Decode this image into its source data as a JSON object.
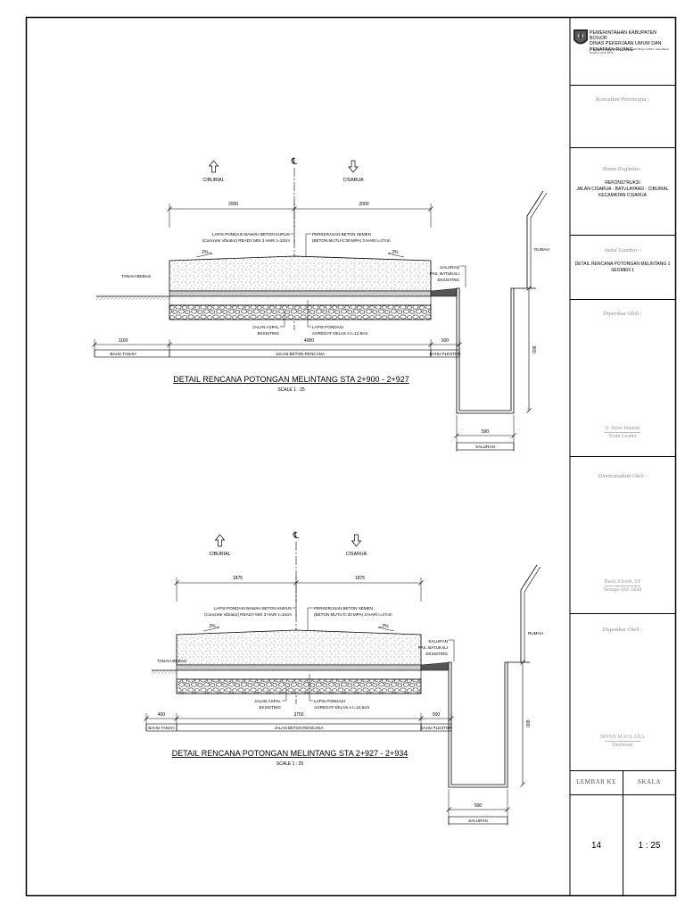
{
  "title_block": {
    "org_line1": "PEMERINTAHAN KABUPATEN BOGOR",
    "org_line2": "DINAS PEKERJAAN UMUM DAN",
    "org_line3": "PENATAAN RUANG",
    "org_address": "Jl. Tegar Beriman, Cibinong - Kabupaten Bogor 16914, Jawa Barat Telp/Fax (021) 8752",
    "consultant_label": "Konsultan Perencana :",
    "activity_label": "Nama Kegiatan :",
    "activity_line1": "REKONSTRUKSI",
    "activity_line2": "JALAN CISARUA - BATULAYANG - CIBURIAL",
    "activity_line3": "KECAMATAN CISARUA",
    "drawing_title_label": "Judul Gambar :",
    "drawing_title_line1": "DETAIL RENCANA POTONGAN MELINTANG 1",
    "drawing_title_line2": "SEGMEN 1",
    "checked_label": "Diperiksa Oleh :",
    "checked_name": "Ir. Iman Imanan",
    "checked_role": "Team Leader",
    "planned_label": "Direncanakan Oleh :",
    "planned_name": "Rasia Efendi, ST",
    "planned_role": "Tenaga Ahli Jalan",
    "drawn_label": "Digambar Oleh :",
    "drawn_name": "IRVAN MAULANA",
    "drawn_role": "Drafteran",
    "sheet_label": "LEMBAR KE",
    "scale_label": "SKALA",
    "sheet_value": "14",
    "scale_value": "1 : 25"
  },
  "sections": [
    {
      "title": "DETAIL RENCANA POTONGAN MELINTANG STA 2+900 - 2+927",
      "scale": "SCALE  1 : 25",
      "dir_left": "CIBURIAL",
      "dir_right": "CISARUA",
      "center_mark": "℄",
      "dim_left_lane": "2000",
      "dim_right_lane": "2000",
      "label_lapis_bawah_1": "LAPIS PONDASI BAWAH BETON KURUS",
      "label_lapis_bawah_2": "(Concrete Vibrator) READY MIX 3 HARI t=10cm",
      "label_perkerasan_1": "PERKERASAN BETON SEMEN",
      "label_perkerasan_2": "(BETON MUTU fc'30 MPA) 3 HARI t=27cm",
      "slope_left": "2%",
      "slope_right": "2%",
      "tanah_bebas": "TANAH BEBAS",
      "saluran_label_1": "SALURAN",
      "saluran_label_2": "PAS. BATUKALI",
      "saluran_label_3": "EKSISTING",
      "rumah": "RUMAH",
      "jalan_aspal_1": "JALAN ASPAL",
      "jalan_aspal_2": "EKSISTING",
      "lapis_pondasi_1": "LAPIS PONDASI",
      "lapis_pondasi_2": "AGREGAT KELAS A t=12,5cm",
      "dim_shoulder_left": "1100",
      "dim_road": "4000",
      "dim_shoulder_right": "500",
      "bahu_tanah": "BAHU TANAH",
      "jalan_beton": "JALAN BETON RENCANA",
      "bahu_plester": "BAHU PLESTER",
      "dim_channel_height": "900",
      "dim_channel_width": "500",
      "saluran_bottom": "SALURAN"
    },
    {
      "title": "DETAIL RENCANA POTONGAN MELINTANG STA 2+927 - 2+934",
      "scale": "SCALE  1 : 25",
      "dir_left": "CIBURIAL",
      "dir_right": "CISARUA",
      "center_mark": "℄",
      "dim_left_lane": "1875",
      "dim_right_lane": "1875",
      "label_lapis_bawah_1": "LAPIS PONDASI BAWAH BETON KURUS",
      "label_lapis_bawah_2": "(Concrete Vibrator) READY MIX 3 HARI t=10cm",
      "label_perkerasan_1": "PERKERASAN BETON SEMEN",
      "label_perkerasan_2": "(BETON MUTU fc'30 MPA) 3 HARI t=27cm",
      "slope_left": "2%",
      "slope_right": "2%",
      "tanah_bebas": "TANAH BEBAS",
      "saluran_label_1": "SALURAN",
      "saluran_label_2": "PAS. BATUKALI",
      "saluran_label_3": "EKSISTING",
      "rumah": "RUMAH",
      "jalan_aspal_1": "JALAN ASPAL",
      "jalan_aspal_2": "EKSISTING",
      "lapis_pondasi_1": "LAPIS PONDASI",
      "lapis_pondasi_2": "AGREGAT KELAS A t=12,5cm",
      "dim_shoulder_left": "400",
      "dim_road": "3750",
      "dim_shoulder_right": "500",
      "bahu_tanah": "BAHU TANAH",
      "jalan_beton": "JALAN BETON RENCANA",
      "bahu_plester": "BAHU PLESTER",
      "dim_channel_height": "900",
      "dim_channel_width": "500",
      "saluran_bottom": "SALURAN"
    }
  ]
}
